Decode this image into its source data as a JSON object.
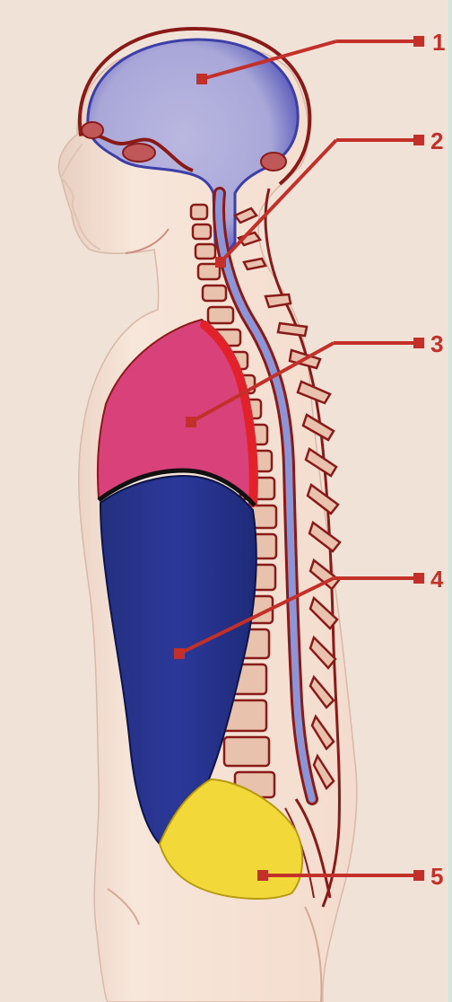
{
  "colors": {
    "background": "#f1e2d8",
    "skin": "#f4ddd0",
    "outline": "#8a1a18",
    "callout": "#c3302a",
    "brain": "#b3b1dc",
    "brain_edge": "#4a4bb4",
    "spinal_cord": "#8d95d6",
    "thoracic_cavity": "#d8417a",
    "abdominal_cavity": "#2a3592",
    "pelvic_cavity": "#f3d83a",
    "vertebra": "#e8c2ac",
    "edge_strip": "#cfe6d8"
  },
  "callouts": [
    {
      "label": "1",
      "target": "brain"
    },
    {
      "label": "2",
      "target": "spinal_cord"
    },
    {
      "label": "3",
      "target": "thoracic_cavity"
    },
    {
      "label": "4",
      "target": "abdominal_cavity"
    },
    {
      "label": "5",
      "target": "pelvic_cavity"
    }
  ]
}
